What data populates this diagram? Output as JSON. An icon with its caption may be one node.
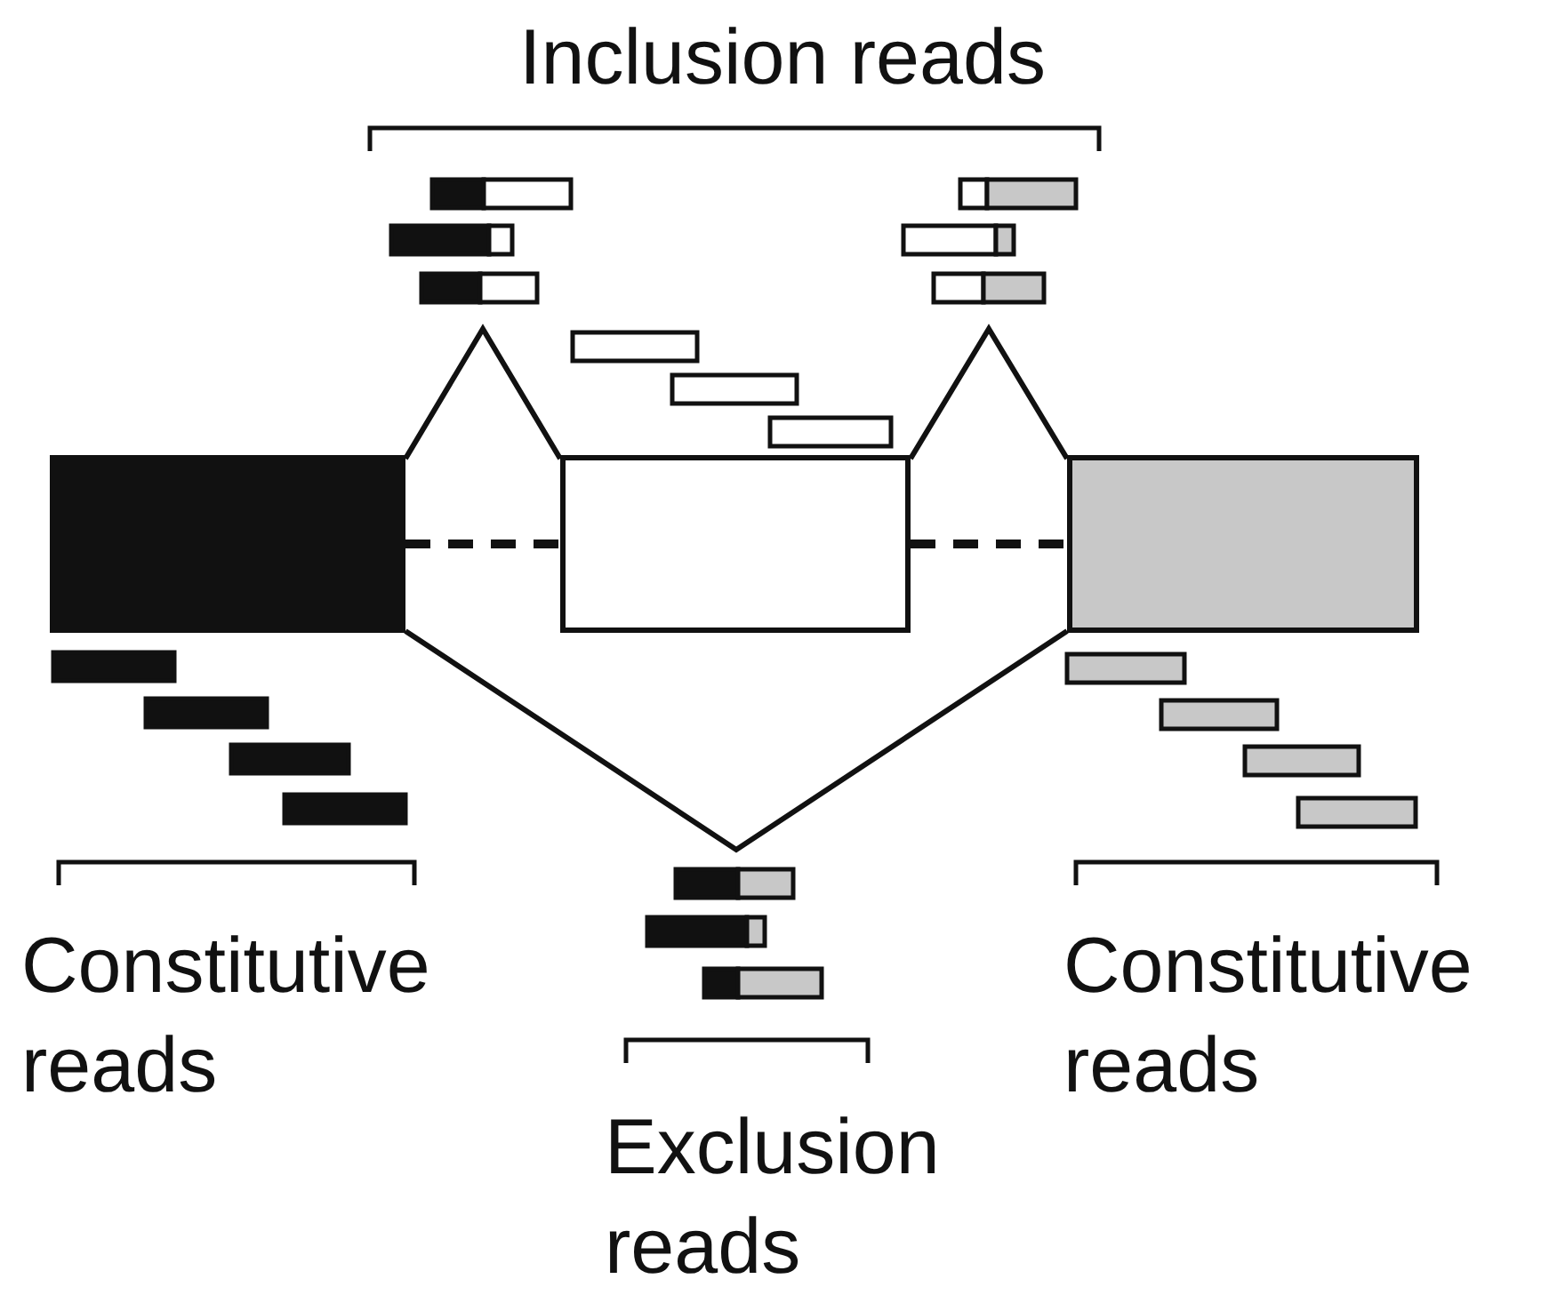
{
  "diagram": {
    "nodes": [
      {
        "text": [],
        "shape": "box"
      },
      {
        "text": [],
        "shape": "box"
      },
      {
        "text": [],
        "shape": "box"
      }
    ],
    "edges": [
      {
        "from": 0,
        "to": 1,
        "arrow": "none"
      },
      {
        "from": 1,
        "to": 2,
        "arrow": "none"
      },
      {
        "from": 0,
        "to": 2,
        "arrow": "none"
      },
      {
        "from": 0,
        "to": 1,
        "arrow": "none",
        "style": "dashed"
      },
      {
        "from": 1,
        "to": 2,
        "arrow": "none",
        "style": "dashed"
      }
    ],
    "labels": [
      "Inclusion reads",
      "Constitutive reads",
      "Exclusion reads",
      "Constitutive reads"
    ]
  }
}
